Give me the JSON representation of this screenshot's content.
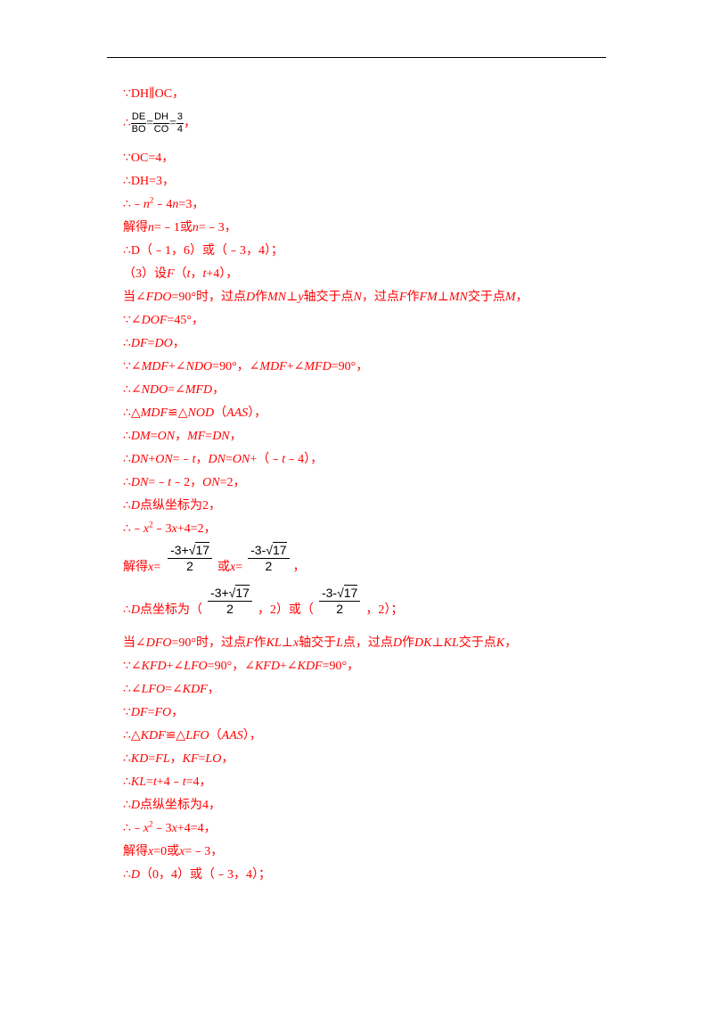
{
  "l01": "∵DH∥OC，",
  "l02": {
    "f1_num": "DE",
    "f1_den": "BO",
    "eq1": "=",
    "f2_num": "DH",
    "f2_den": "CO",
    "eq2": "=",
    "f3_num": "3",
    "f3_den": "4",
    "pre": "∴",
    "post": "，"
  },
  "l03": "∵OC=4，",
  "l04": "∴DH=3，",
  "l05": {
    "a": "∴﹣",
    "b": "n",
    "c": "2",
    "d": "﹣4",
    "e": "n",
    "f": "=3，"
  },
  "l06": {
    "a": "解得",
    "b": "n",
    "c": "=﹣1或",
    "d": "n",
    "e": "=﹣3，"
  },
  "l07": "∴D（﹣1，6）或（﹣3，4）；",
  "l08": {
    "a": "（3）设",
    "b": "F",
    "c": "（",
    "d": "t",
    "e": "，",
    "f": "t",
    "g": "+4），"
  },
  "l09": {
    "a": "当∠",
    "b": "FDO",
    "c": "=90°时，过点",
    "d": "D",
    "e": "作",
    "f": "MN",
    "g": "⊥",
    "h": "y",
    "i": "轴交于点",
    "j": "N",
    "k": "，过点",
    "l": "F",
    "m": "作",
    "n": "FM",
    "o": "⊥",
    "p": "MN",
    "q": "交于点",
    "r": "M",
    "s": "，"
  },
  "l10": {
    "a": "∵∠",
    "b": "DOF",
    "c": "=45°，"
  },
  "l11": {
    "a": "∴",
    "b": "DF",
    "c": "=",
    "d": "DO",
    "e": "，"
  },
  "l12": {
    "a": "∵∠",
    "b": "MDF",
    "c": "+∠",
    "d": "NDO",
    "e": "=90°，∠",
    "f": "MDF",
    "g": "+∠",
    "h": "MFD",
    "i": "=90°，"
  },
  "l13": {
    "a": "∴∠",
    "b": "NDO",
    "c": "=∠",
    "d": "MFD",
    "e": "，"
  },
  "l14": {
    "a": "∴△",
    "b": "MDF",
    "c": "≌△",
    "d": "NOD",
    "e": "（",
    "f": "AAS",
    "g": "），"
  },
  "l15": {
    "a": "∴",
    "b": "DM",
    "c": "=",
    "d": "ON",
    "e": "，",
    "f": "MF",
    "g": "=",
    "h": "DN",
    "i": "，"
  },
  "l16": {
    "a": "∴",
    "b": "DN",
    "c": "+",
    "d": "ON",
    "e": "=﹣",
    "f": "t",
    "g": "，",
    "h": "DN",
    "i": "=",
    "j": "ON",
    "k": "+（﹣",
    "l": "t",
    "m": "﹣4），"
  },
  "l17": {
    "a": "∴",
    "b": "DN",
    "c": "=﹣",
    "d": "t",
    "e": "﹣2，",
    "f": "ON",
    "g": "=2，"
  },
  "l18": {
    "a": "∴",
    "b": "D",
    "c": "点纵坐标为2，"
  },
  "l19": {
    "a": "∴﹣",
    "b": "x",
    "c": "2",
    "d": "﹣3",
    "e": "x",
    "f": "+4=2，"
  },
  "l20": {
    "a": "解得",
    "b": "x",
    "c": "=",
    "n1a": "-3+",
    "n1b": "17",
    "d1": "2",
    "d": "或",
    "e": "x",
    "f": "=",
    "n2a": "-3-",
    "n2b": "17",
    "d2": "2",
    "g": "，"
  },
  "l21": {
    "a": "∴",
    "b": "D",
    "c": "点坐标为（",
    "n1a": "-3+",
    "n1b": "17",
    "d1": "2",
    "d": "，2）或（",
    "n2a": "-3-",
    "n2b": "17",
    "d2": "2",
    "e": "，2）；"
  },
  "l22": {
    "a": "当∠",
    "b": "DFO",
    "c": "=90°时，过点",
    "d": "F",
    "e": "作",
    "f": "KL",
    "g": "⊥",
    "h": "x",
    "i": "轴交于",
    "j": "L",
    "k": "点，过点",
    "l": "D",
    "m": "作",
    "n": "DK",
    "o": "⊥",
    "p": "KL",
    "q": "交于点",
    "r": "K",
    "s": "，"
  },
  "l23": {
    "a": "∵∠",
    "b": "KFD",
    "c": "+∠",
    "d": "LFO",
    "e": "=90°，∠",
    "f": "KFD",
    "g": "+∠",
    "h": "KDF",
    "i": "=90°，"
  },
  "l24": {
    "a": "∴∠",
    "b": "LFO",
    "c": "=∠",
    "d": "KDF",
    "e": "，"
  },
  "l25": {
    "a": "∵",
    "b": "DF",
    "c": "=",
    "d": "FO",
    "e": "，"
  },
  "l26": {
    "a": "∴△",
    "b": "KDF",
    "c": "≌△",
    "d": "LFO",
    "e": "（",
    "f": "AAS",
    "g": "），"
  },
  "l27": {
    "a": "∴",
    "b": "KD",
    "c": "=",
    "d": "FL",
    "e": "，",
    "f": "KF",
    "g": "=",
    "h": "LO",
    "i": "，"
  },
  "l28": {
    "a": "∴",
    "b": "KL",
    "c": "=",
    "d": "t",
    "e": "+4﹣",
    "f": "t",
    "g": "=4，"
  },
  "l29": {
    "a": "∴",
    "b": "D",
    "c": "点纵坐标为4，"
  },
  "l30": {
    "a": "∴﹣",
    "b": "x",
    "c": "2",
    "d": "﹣3",
    "e": "x",
    "f": "+4=4，"
  },
  "l31": {
    "a": "解得",
    "b": "x",
    "c": "=0或",
    "d": "x",
    "e": "=﹣3，"
  },
  "l32": {
    "a": "∴",
    "b": "D",
    "c": "（0，4）或（﹣3，4）；"
  }
}
